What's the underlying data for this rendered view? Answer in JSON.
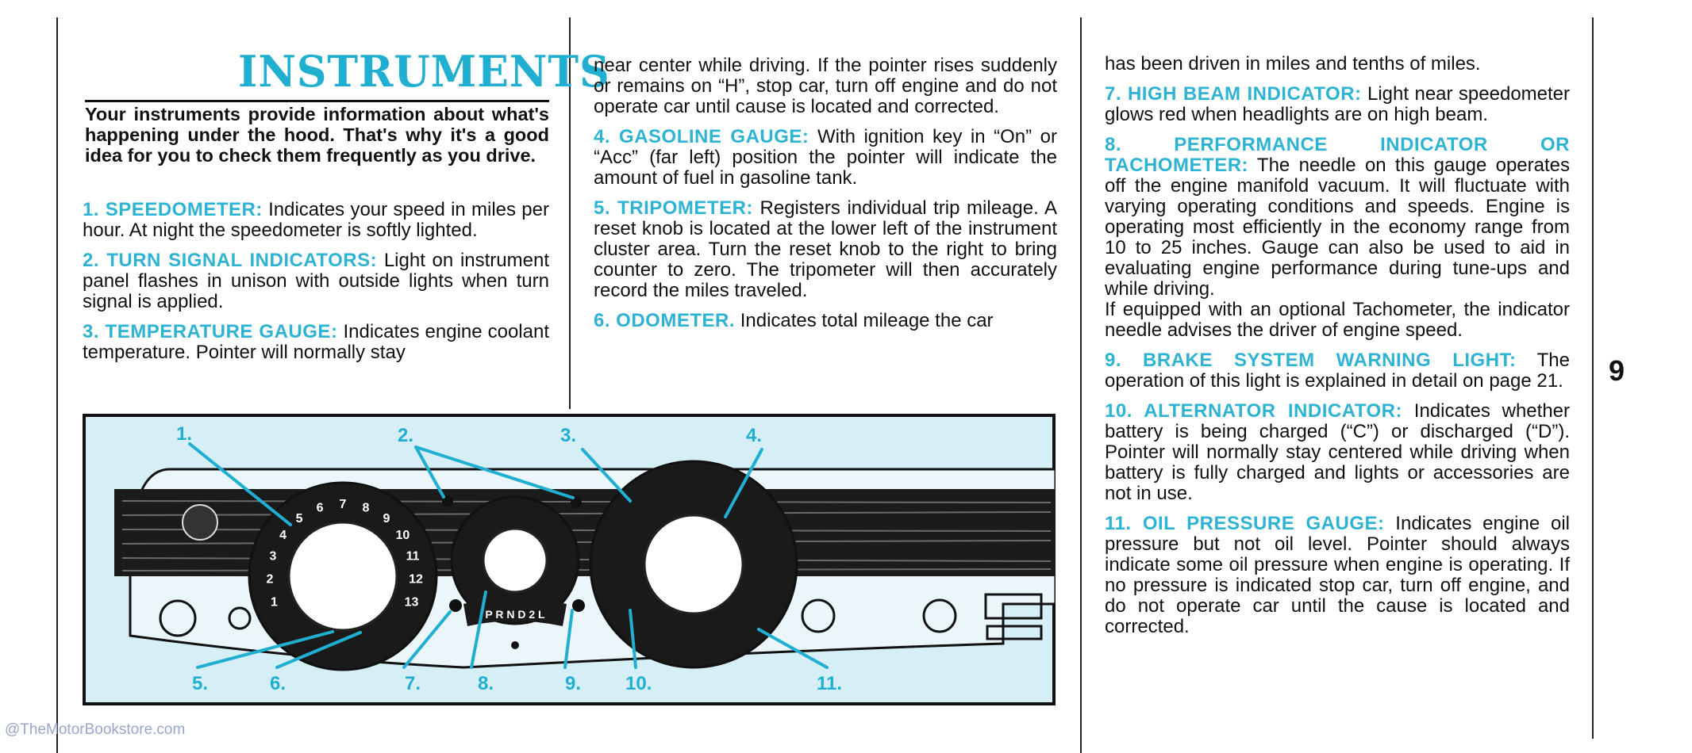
{
  "page": {
    "title": "INSTRUMENTS",
    "intro": "Your instruments provide information about what's happening under the hood. That's why it's a good idea for you to check them frequently as you drive.",
    "page_number": "9",
    "watermark": "@TheMotorBookstore.com"
  },
  "items": {
    "speedometer": {
      "head": "1. SPEEDOMETER:",
      "text": "Indicates your speed in miles per hour. At night the speedometer is softly lighted."
    },
    "turn_signal": {
      "head": "2. TURN SIGNAL INDICATORS:",
      "text": "Light on instrument panel flashes in unison with outside lights when turn signal is applied."
    },
    "temperature": {
      "head": "3. TEMPERATURE GAUGE:",
      "text": "Indicates engine coolant temperature. Pointer will normally stay",
      "cont": "near center while driving. If the pointer rises suddenly or remains on “H”, stop car, turn off engine and do not operate car until cause is located and corrected."
    },
    "gasoline": {
      "head": "4. GASOLINE GAUGE:",
      "text": "With ignition key in “On” or “Acc” (far left) position the pointer will indicate the amount of fuel in gasoline tank."
    },
    "tripometer": {
      "head": "5. TRIPOMETER:",
      "text": "Registers individual trip mileage. A reset knob is located at the lower left of the instrument cluster area. Turn the reset knob to the right to bring counter to zero. The tripometer will then accurately record the miles traveled."
    },
    "odometer": {
      "head": "6. ODOMETER.",
      "text": "Indicates total mileage the car",
      "cont": "has been driven in miles and tenths of miles."
    },
    "high_beam": {
      "head": "7. HIGH BEAM INDICATOR:",
      "text": "Light near speedometer glows red when headlights are on high beam."
    },
    "performance": {
      "head": "8. PERFORMANCE INDICATOR OR TACHOMETER:",
      "text": "The needle on this gauge operates off the engine manifold vacuum. It will fluctuate with varying operating conditions and speeds. Engine is operating most efficiently in the economy range from 10 to 25 inches. Gauge can also be used to aid in evaluating engine performance during tune-ups and while driving.",
      "text2": "If equipped with an optional Tachometer, the indicator needle advises the driver of engine speed."
    },
    "brake": {
      "head": "9. BRAKE SYSTEM WARNING LIGHT:",
      "text": "The operation of this light is explained in detail on page 21."
    },
    "alternator": {
      "head": "10. ALTERNATOR INDICATOR:",
      "text": "Indicates whether battery is being charged (“C”) or discharged (“D”). Pointer will normally stay centered while driving when battery is fully charged and lights or accessories are not in use."
    },
    "oil": {
      "head": "11. OIL PRESSURE GAUGE:",
      "text": "Indicates engine oil pressure but not oil level. Pointer should always indicate some oil pressure when engine is operating. If no pressure is indicated stop car, turn off engine, and do not operate car until the cause is located and corrected."
    }
  },
  "diagram": {
    "callouts": [
      "1.",
      "2.",
      "3.",
      "4.",
      "5.",
      "6.",
      "7.",
      "8.",
      "9.",
      "10.",
      "11."
    ],
    "speedo_numbers": [
      "1",
      "2",
      "3",
      "4",
      "5",
      "6",
      "7",
      "8",
      "9",
      "10",
      "11",
      "12",
      "13"
    ],
    "shifter": "P R N D 2 L",
    "fill_color": "#d6eef6",
    "accent_color": "#21afd1"
  }
}
